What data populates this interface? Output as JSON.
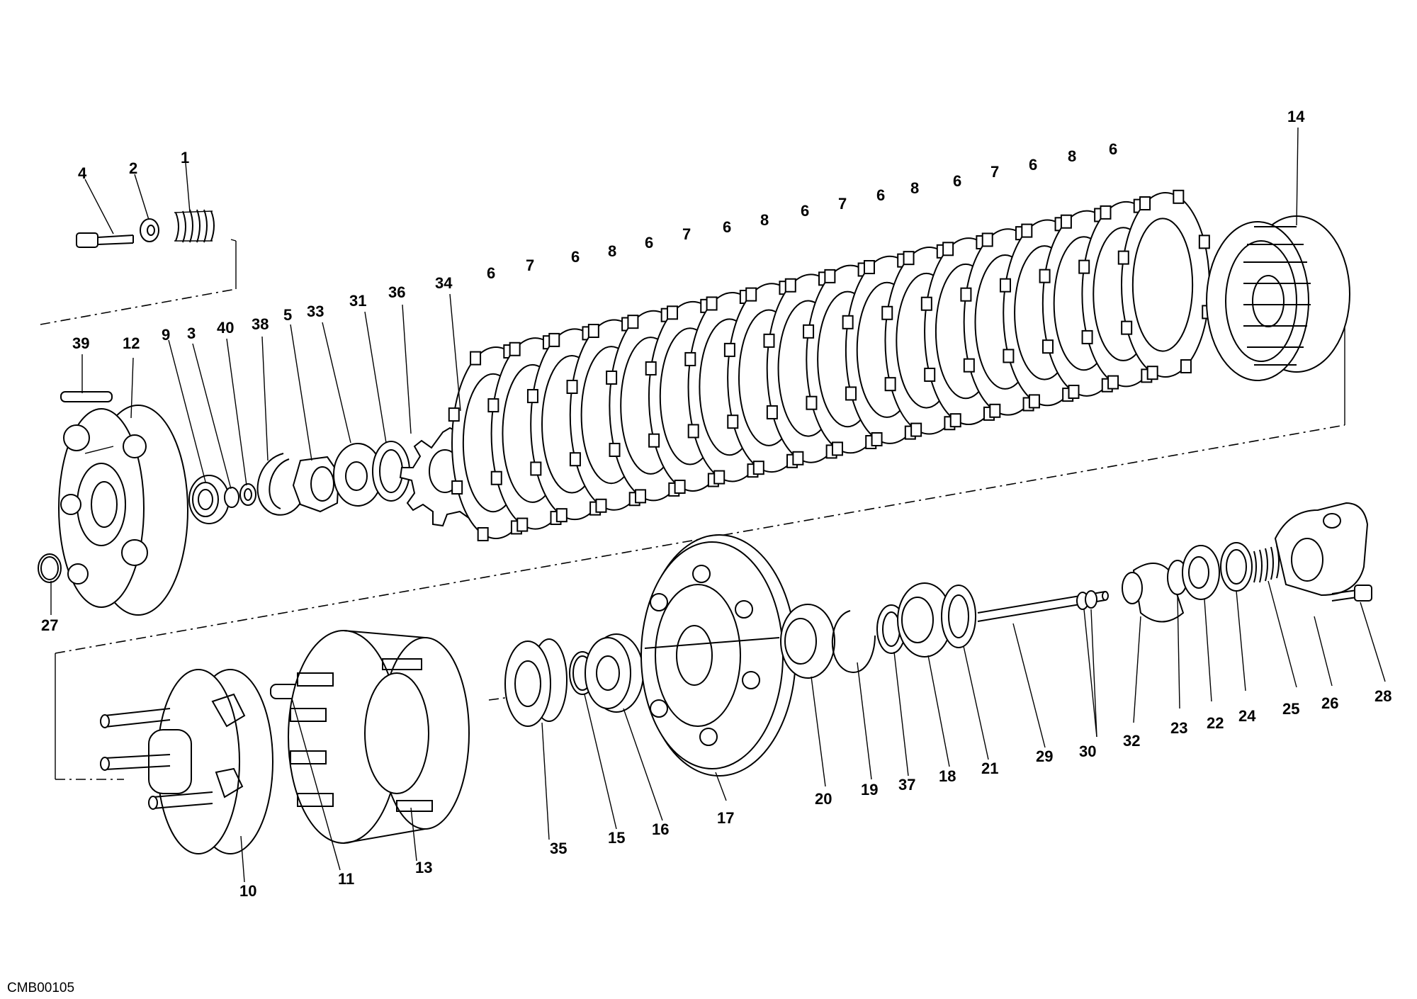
{
  "drawing_code": "CMB00105",
  "callouts": [
    {
      "id": "c-4",
      "text": "4"
    },
    {
      "id": "c-2",
      "text": "2"
    },
    {
      "id": "c-1",
      "text": "1"
    },
    {
      "id": "c-14",
      "text": "14"
    },
    {
      "id": "c-39",
      "text": "39"
    },
    {
      "id": "c-12",
      "text": "12"
    },
    {
      "id": "c-9",
      "text": "9"
    },
    {
      "id": "c-3",
      "text": "3"
    },
    {
      "id": "c-40",
      "text": "40"
    },
    {
      "id": "c-38",
      "text": "38"
    },
    {
      "id": "c-5",
      "text": "5"
    },
    {
      "id": "c-33",
      "text": "33"
    },
    {
      "id": "c-31",
      "text": "31"
    },
    {
      "id": "c-36",
      "text": "36"
    },
    {
      "id": "c-34",
      "text": "34"
    },
    {
      "id": "c-6a",
      "text": "6"
    },
    {
      "id": "c-7a",
      "text": "7"
    },
    {
      "id": "c-6b",
      "text": "6"
    },
    {
      "id": "c-8a",
      "text": "8"
    },
    {
      "id": "c-6c",
      "text": "6"
    },
    {
      "id": "c-7b",
      "text": "7"
    },
    {
      "id": "c-6d",
      "text": "6"
    },
    {
      "id": "c-8b",
      "text": "8"
    },
    {
      "id": "c-6e",
      "text": "6"
    },
    {
      "id": "c-7c",
      "text": "7"
    },
    {
      "id": "c-6f",
      "text": "6"
    },
    {
      "id": "c-8c",
      "text": "8"
    },
    {
      "id": "c-6g",
      "text": "6"
    },
    {
      "id": "c-7d",
      "text": "7"
    },
    {
      "id": "c-6h",
      "text": "6"
    },
    {
      "id": "c-8d",
      "text": "8"
    },
    {
      "id": "c-6i",
      "text": "6"
    },
    {
      "id": "c-27",
      "text": "27"
    },
    {
      "id": "c-10",
      "text": "10"
    },
    {
      "id": "c-11",
      "text": "11"
    },
    {
      "id": "c-13",
      "text": "13"
    },
    {
      "id": "c-35",
      "text": "35"
    },
    {
      "id": "c-15",
      "text": "15"
    },
    {
      "id": "c-16",
      "text": "16"
    },
    {
      "id": "c-17",
      "text": "17"
    },
    {
      "id": "c-20",
      "text": "20"
    },
    {
      "id": "c-19",
      "text": "19"
    },
    {
      "id": "c-37",
      "text": "37"
    },
    {
      "id": "c-18",
      "text": "18"
    },
    {
      "id": "c-21",
      "text": "21"
    },
    {
      "id": "c-29",
      "text": "29"
    },
    {
      "id": "c-30",
      "text": "30"
    },
    {
      "id": "c-32",
      "text": "32"
    },
    {
      "id": "c-23",
      "text": "23"
    },
    {
      "id": "c-22",
      "text": "22"
    },
    {
      "id": "c-24",
      "text": "24"
    },
    {
      "id": "c-25",
      "text": "25"
    },
    {
      "id": "c-26",
      "text": "26"
    },
    {
      "id": "c-28",
      "text": "28"
    }
  ]
}
